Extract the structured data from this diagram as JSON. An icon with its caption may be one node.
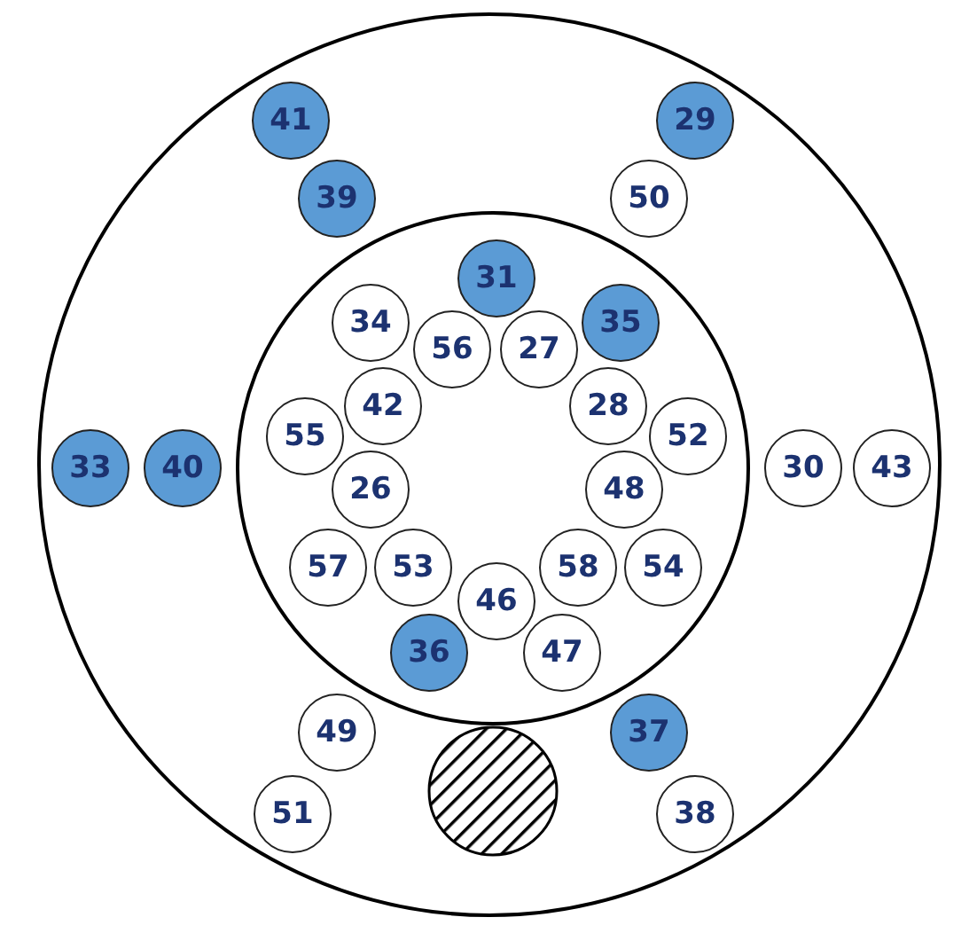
{
  "diagram": {
    "nodes": [
      {
        "text": [],
        "shape": "circle"
      },
      {
        "text": [],
        "shape": "circle",
        "in": 0
      },
      {
        "text": [
          "41"
        ],
        "in": 0
      },
      {
        "text": [
          "29"
        ],
        "in": 0
      },
      {
        "text": [
          "39"
        ],
        "in": 0
      },
      {
        "text": [
          "50"
        ],
        "in": 0
      },
      {
        "text": [
          "31"
        ],
        "in": 1
      },
      {
        "text": [
          "34"
        ],
        "in": 1
      },
      {
        "text": [
          "35"
        ],
        "in": 1
      },
      {
        "text": [
          "56"
        ],
        "in": 1
      },
      {
        "text": [
          "27"
        ],
        "in": 1
      },
      {
        "text": [
          "42"
        ],
        "in": 1
      },
      {
        "text": [
          "28"
        ],
        "in": 1
      },
      {
        "text": [
          "55"
        ],
        "in": 1
      },
      {
        "text": [
          "52"
        ],
        "in": 1
      },
      {
        "text": [
          "33"
        ],
        "in": 0
      },
      {
        "text": [
          "40"
        ],
        "in": 0
      },
      {
        "text": [
          "30"
        ],
        "in": 0
      },
      {
        "text": [
          "43"
        ],
        "in": 0
      },
      {
        "text": [
          "26"
        ],
        "in": 1
      },
      {
        "text": [
          "48"
        ],
        "in": 1
      },
      {
        "text": [
          "57"
        ],
        "in": 1
      },
      {
        "text": [
          "53"
        ],
        "in": 1
      },
      {
        "text": [
          "58"
        ],
        "in": 1
      },
      {
        "text": [
          "54"
        ],
        "in": 1
      },
      {
        "text": [
          "46"
        ],
        "in": 1
      },
      {
        "text": [
          "36"
        ],
        "in": 1
      },
      {
        "text": [
          "47"
        ],
        "in": 1
      },
      {
        "text": [
          "49"
        ],
        "in": 0
      },
      {
        "text": [
          "37"
        ],
        "in": 0
      },
      {
        "text": [],
        "shape": "circle",
        "in": 0
      },
      {
        "text": [
          "51"
        ],
        "in": 0
      },
      {
        "text": [
          "38"
        ],
        "in": 0
      }
    ]
  }
}
